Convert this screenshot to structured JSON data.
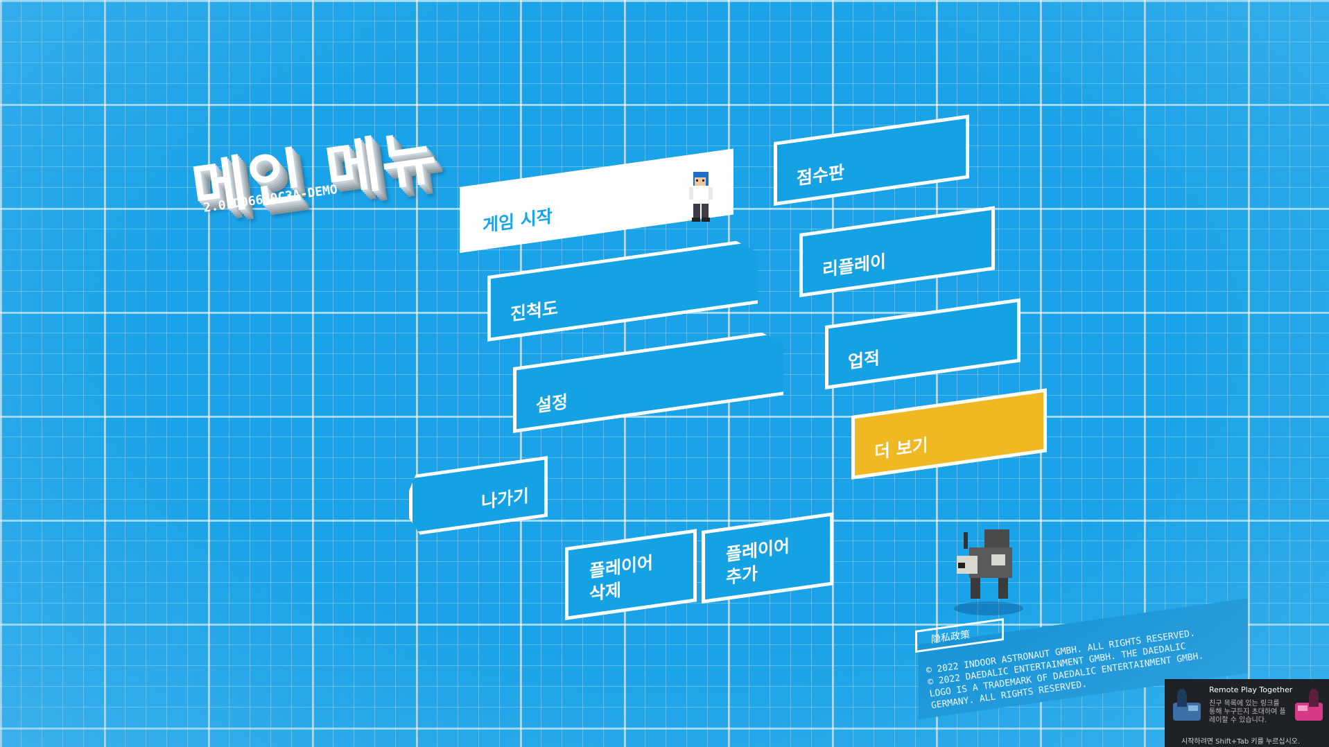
{
  "title": "메인 메뉴",
  "version": "2.0-D06670C3A-DEMO",
  "menu": {
    "start_game": "게임 시작",
    "progress": "진척도",
    "settings": "설정",
    "exit": "나가기",
    "remove_player_line1": "플레이어",
    "remove_player_line2": "삭제",
    "add_player_line1": "플레이어",
    "add_player_line2": "추가",
    "leaderboard": "점수판",
    "replay": "리플레이",
    "achievements": "업적",
    "more": "더 보기"
  },
  "privacy_label": "隐私政策",
  "legal_lines": [
    "© 2022 INDOOR ASTRONAUT GMBH. ALL RIGHTS RESERVED.",
    "© 2022 DAEDALIC ENTERTAINMENT GMBH. THE DAEDALIC",
    "LOGO IS A TRADEMARK OF DAEDALIC ENTERTAINMENT GMBH.",
    "GERMANY. ALL RIGHTS RESERVED."
  ],
  "toast": {
    "title": "Remote Play Together",
    "body": "친구 목록에 있는 링크를 통해 누구든지 초대하여 플레이할 수 있습니다.",
    "footer": "시작하려면 Shift+Tab 키를 누르십시오."
  },
  "colors": {
    "background": "#1aa3e8",
    "button": "#15a2e4",
    "selected": "#ffffff",
    "highlight": "#f0b823"
  },
  "icons": [
    "player-character-icon",
    "robot-dog-icon",
    "remote-play-left-icon",
    "remote-play-right-icon"
  ]
}
